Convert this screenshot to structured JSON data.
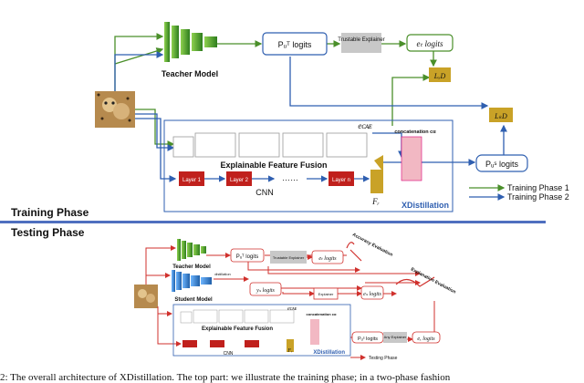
{
  "colors": {
    "green": "#4a8f2a",
    "blue": "#2f5fb0",
    "red": "#d0312d",
    "divider": "#4f6fbf",
    "layer": "#c0201c",
    "gold": "#c9a227",
    "explainer": "#c8c8c8"
  },
  "training": {
    "teacher_model": "Teacher Model",
    "teacher_logits": "Pᵤᵀ logits",
    "trustable_explainer": "Trustable\nExplainer",
    "et_logits": "eₜ logits",
    "loss_xd": "LₓD",
    "loss_kd": "LₖD",
    "e_cae": "eᴄᴀᴇ",
    "concat": "concatenation cα",
    "eff": "Explainable Feature Fusion",
    "layers": [
      "Layer 1",
      "Layer 2",
      "Layer n"
    ],
    "dots": "……",
    "cnn": "CNN",
    "fr": "Fᵣ",
    "student_logits": "Pᵤˢ logits",
    "xdistillation": "XDistillation",
    "legend_1": "Training Phase 1",
    "legend_2": "Training Phase 2"
  },
  "phases": {
    "training": "Training Phase",
    "testing": "Testing Phase"
  },
  "testing": {
    "teacher_model": "Teacher Model",
    "teacher_logits": "Pᵤᵀ logits",
    "distillation": "distillation",
    "trustable_explainer": "Trustable\nExplainer",
    "et_logits": "eₜ logits",
    "student_model": "Student Model",
    "ys_logits": "yₛ logits",
    "explainer": "Explainer",
    "es_logits": "eₛ logits",
    "accuracy_eval": "Accuracy\nEvaluation",
    "explanation_eval": "Explanation\nEvaluation",
    "e_cae": "eᴄᴀᴇ",
    "concat": "concatenation cα",
    "eff": "Explainable Feature Fusion",
    "cnn": "CNN",
    "fr": "Fᵣ",
    "student_logits": "Pᵤˢ logits",
    "any_explainer": "Any\nExplainer",
    "ex_logits": "eₓ logits",
    "xdistillation": "XDistillation",
    "legend": "Testing Phase"
  },
  "caption": "2: The overall architecture of XDistillation. The top part: we illustrate the training phase; in a two-phase fashion"
}
